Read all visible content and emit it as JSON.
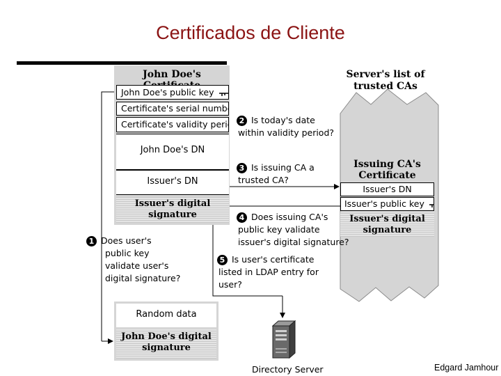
{
  "title": "Certificados de Cliente",
  "certificate": {
    "title": "John Doe's Certificate",
    "public_key": "John Doe's public key",
    "serial_number": "Certificate's serial number",
    "validity_period": "Certificate's validity period",
    "subject_dn": "John Doe's DN",
    "issuer_dn": "Issuer's DN",
    "issuer_signature_line1": "Issuer's digital",
    "issuer_signature_line2": "signature"
  },
  "server_list": {
    "title_line1": "Server's list of",
    "title_line2": "trusted CAs"
  },
  "issuing_ca": {
    "title_line1": "Issuing CA's",
    "title_line2": "Certificate",
    "issuer_dn": "Issuer's DN",
    "public_key": "Issuer's public key",
    "signature_line1": "Issuer's digital",
    "signature_line2": "signature"
  },
  "steps": {
    "s1": {
      "num": "1",
      "lines": [
        "Does user's",
        "public key",
        "validate user's",
        "digital signature?"
      ]
    },
    "s2": {
      "num": "2",
      "lines": [
        "Is today's date",
        "within validity period?"
      ]
    },
    "s3": {
      "num": "3",
      "lines": [
        "Is issuing CA a",
        "trusted CA?"
      ]
    },
    "s4": {
      "num": "4",
      "lines": [
        "Does issuing CA's",
        "public key validate",
        "issuer's digital signature?"
      ]
    },
    "s5": {
      "num": "5",
      "lines": [
        "Is user's certificate",
        "listed in LDAP entry for",
        "user?"
      ]
    }
  },
  "random_data": {
    "label": "Random data",
    "signature_line1": "John Doe's digital",
    "signature_line2": "signature"
  },
  "directory_server": "Directory Server",
  "author": "Edgard Jamhour"
}
